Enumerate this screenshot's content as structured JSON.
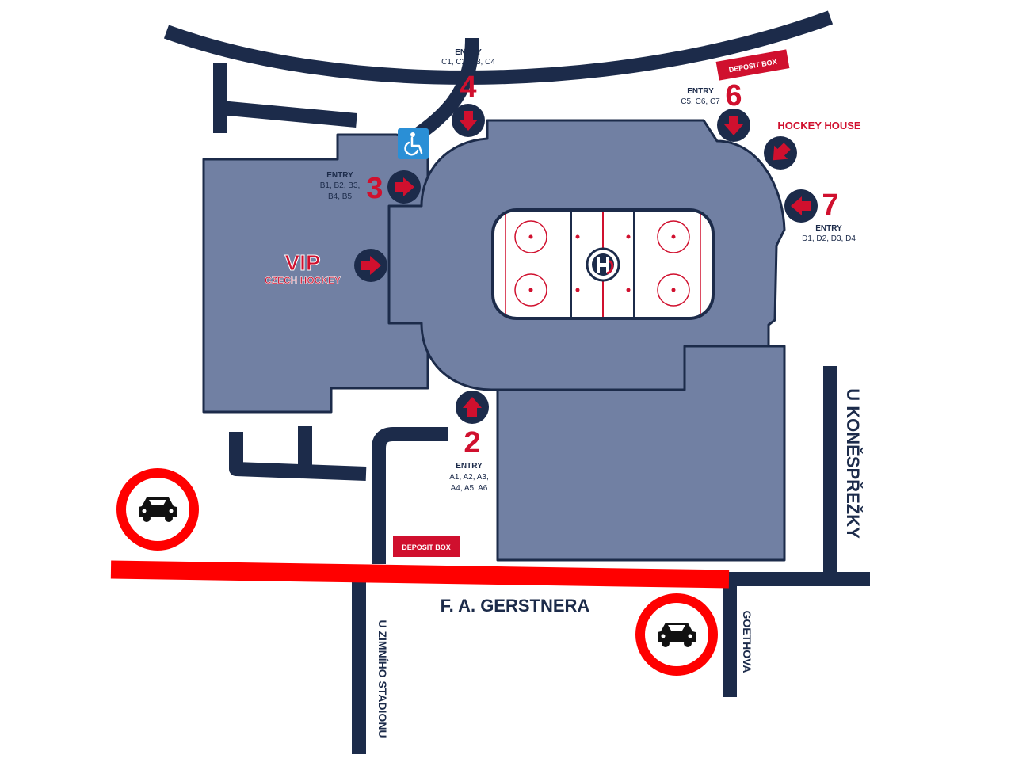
{
  "colors": {
    "road": "#1c2b4a",
    "building": "#7180a3",
    "outline": "#1c2b4a",
    "accent": "#d0102e",
    "closed_road": "#ff0000",
    "ice": "#ffffff",
    "accessibility": "#2a8fd6"
  },
  "entries": {
    "e2": {
      "number": "2",
      "label": "ENTRY",
      "line1": "A1, A2, A3,",
      "line2": "A4, A5, A6"
    },
    "e3": {
      "number": "3",
      "label": "ENTRY",
      "line1": "B1, B2, B3,",
      "line2": "B4, B5"
    },
    "e4": {
      "number": "4",
      "label": "ENTRY",
      "line1": "C1, C2, C3, C4"
    },
    "e6": {
      "number": "6",
      "label": "ENTRY",
      "line1": "C5, C6, C7"
    },
    "e7": {
      "number": "7",
      "label": "ENTRY",
      "line1": "D1, D2, D3, D4"
    }
  },
  "vip": {
    "title": "VIP",
    "subtitle": "CZECH HOCKEY"
  },
  "hockey_house": "HOCKEY HOUSE",
  "deposit_box_top": "DEPOSIT BOX",
  "deposit_box_bottom": "DEPOSIT BOX",
  "streets": {
    "main": "F. A. GERSTNERA",
    "east": "U KONĚSPŘEŽKY",
    "south_west": "U ZIMNÍHO STADIONU",
    "south_east": "GOETHOVA"
  },
  "icons": {
    "accessibility": "wheelchair-icon",
    "no_cars": "no-cars-sign-icon",
    "logo": "hockey-logo-icon",
    "arrow": "arrow-icon"
  }
}
